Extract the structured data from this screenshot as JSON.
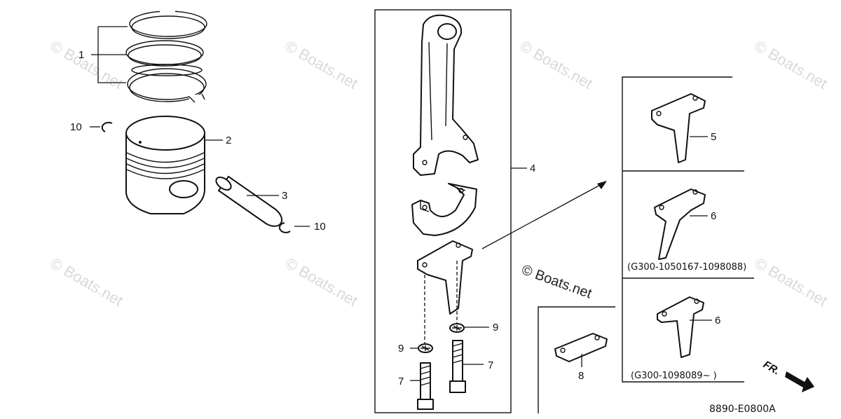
{
  "watermark": "© Boats.net",
  "callouts": {
    "c1": "1",
    "c2": "2",
    "c3": "3",
    "c4": "4",
    "c5": "5",
    "c6a": "6",
    "c6b": "6",
    "c7a": "7",
    "c7b": "7",
    "c8": "8",
    "c9a": "9",
    "c9b": "9",
    "c10a": "10",
    "c10b": "10"
  },
  "variants": {
    "range1": "(G300-1050167-1098088)",
    "range2": "(G300-1098089~ )"
  },
  "front_label": "FR.",
  "diagram_code": "8890-E0800A"
}
